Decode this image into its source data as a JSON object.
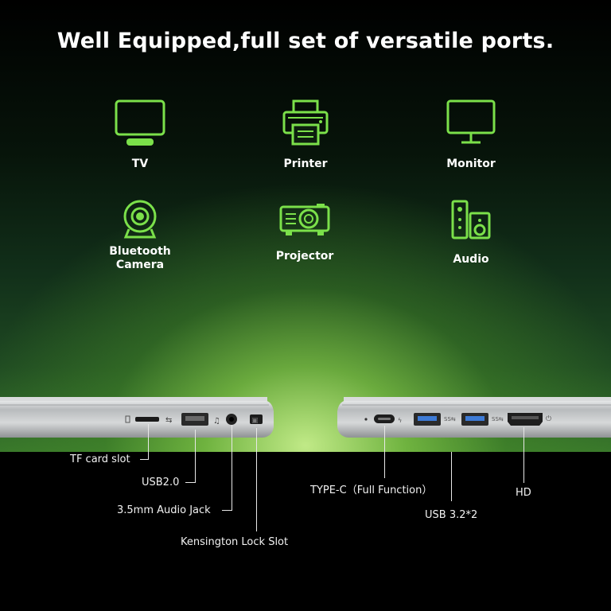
{
  "title": "Well Equipped,full set of versatile ports.",
  "devices": [
    {
      "label": "TV",
      "icon": "tv-icon"
    },
    {
      "label": "Printer",
      "icon": "printer-icon"
    },
    {
      "label": "Monitor",
      "icon": "monitor-icon"
    },
    {
      "label": "Bluetooth\nCamera",
      "icon": "camera-icon"
    },
    {
      "label": "Projector",
      "icon": "projector-icon"
    },
    {
      "label": "Audio",
      "icon": "speaker-icon"
    }
  ],
  "ports_left": {
    "tf_card": "TF card slot",
    "usb2": "USB2.0",
    "audio_jack": "3.5mm Audio Jack",
    "kensington": "Kensington Lock Slot"
  },
  "ports_right": {
    "type_c": "TYPE-C（Full Function）",
    "usb32": "USB 3.2*2",
    "hd": "HD"
  },
  "colors": {
    "icon_green": "#7be04a",
    "text": "#ffffff",
    "laptop_silver": "#c9cbcc"
  }
}
